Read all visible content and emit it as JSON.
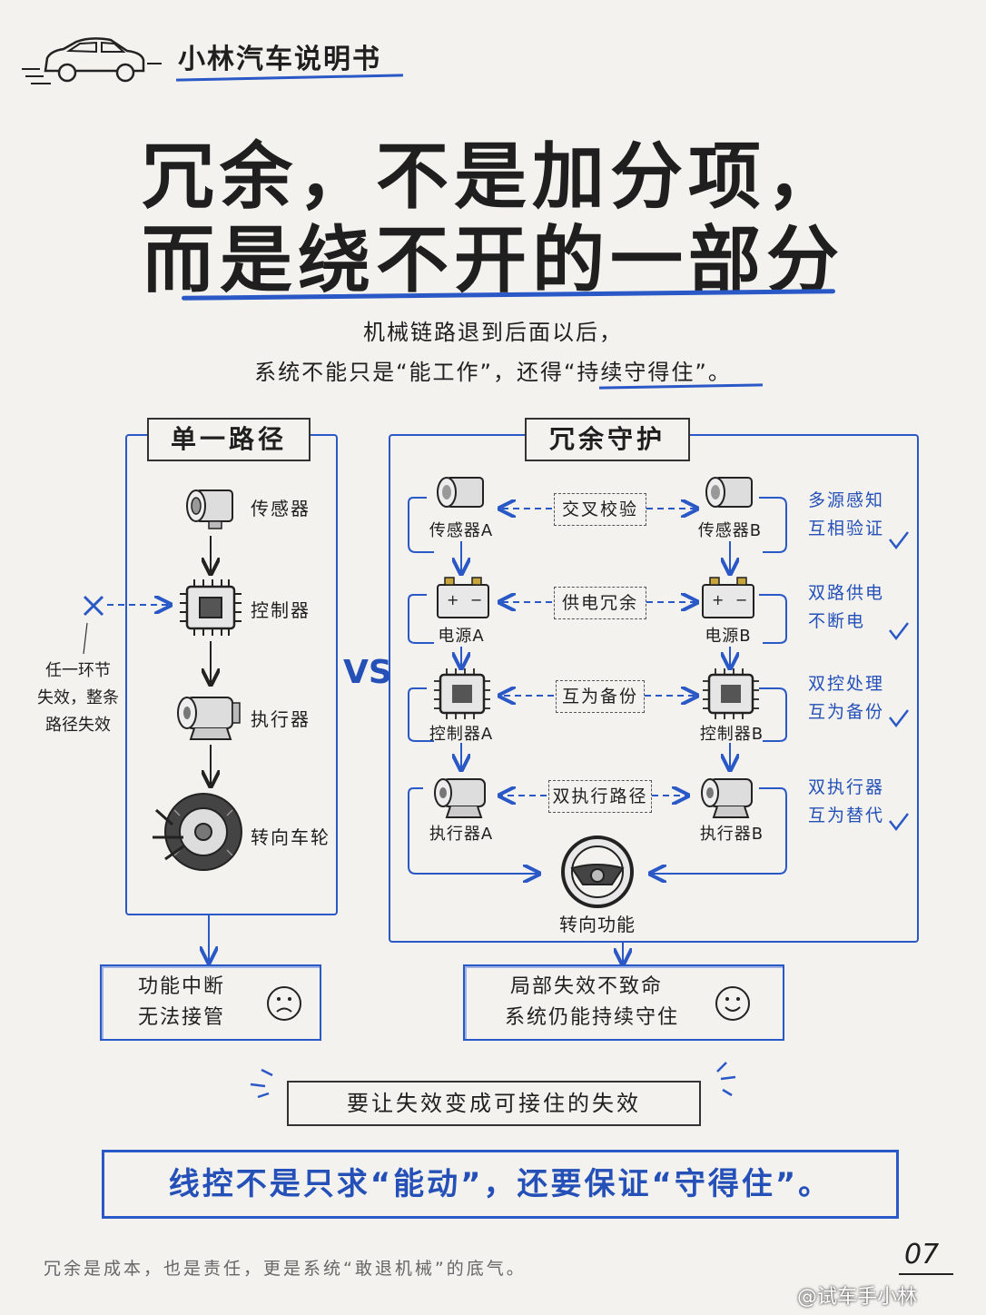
{
  "brand": "小林汽车说明书",
  "title_line1": "冗余，不是加分项，",
  "title_line2": "而是绕不开的一部分",
  "subtitle_line1": "机械链路退到后面以后，",
  "subtitle_line2": "系统不能只是“能工作”，还得“持续守得住”。",
  "single_path": {
    "title": "单一路径",
    "nodes": [
      "传感器",
      "控制器",
      "执行器",
      "转向车轮"
    ],
    "side_note": [
      "任一环节",
      "失效，整条",
      "路径失效"
    ],
    "result": [
      "功能中断",
      "无法接管"
    ]
  },
  "vs": "VS",
  "redundant": {
    "title": "冗余守护",
    "left": [
      "传感器A",
      "电源A",
      "控制器A",
      "执行器A"
    ],
    "right": [
      "传感器B",
      "电源B",
      "控制器B",
      "执行器B"
    ],
    "links": [
      "交叉校验",
      "供电冗余",
      "互为备份",
      "双执行路径"
    ],
    "notes": [
      [
        "多源感知",
        "互相验证"
      ],
      [
        "双路供电",
        "不断电"
      ],
      [
        "双控处理",
        "互为备份"
      ],
      [
        "双执行器",
        "互为替代"
      ]
    ],
    "center": "转向功能",
    "result": [
      "局部失效不致命",
      "系统仍能持续守住"
    ]
  },
  "key_point": "要让失效变成可接住的失效",
  "conclusion": "线控不是只求“能动”，还要保证“守得住”。",
  "footer": "冗余是成本，也是责任，更是系统“敢退机械”的底气。",
  "page_number": "07",
  "watermark": "@试车手小林",
  "colors": {
    "accent": "#2a58c6",
    "background": "#f3f2ee",
    "ink": "#1f1f1f"
  }
}
